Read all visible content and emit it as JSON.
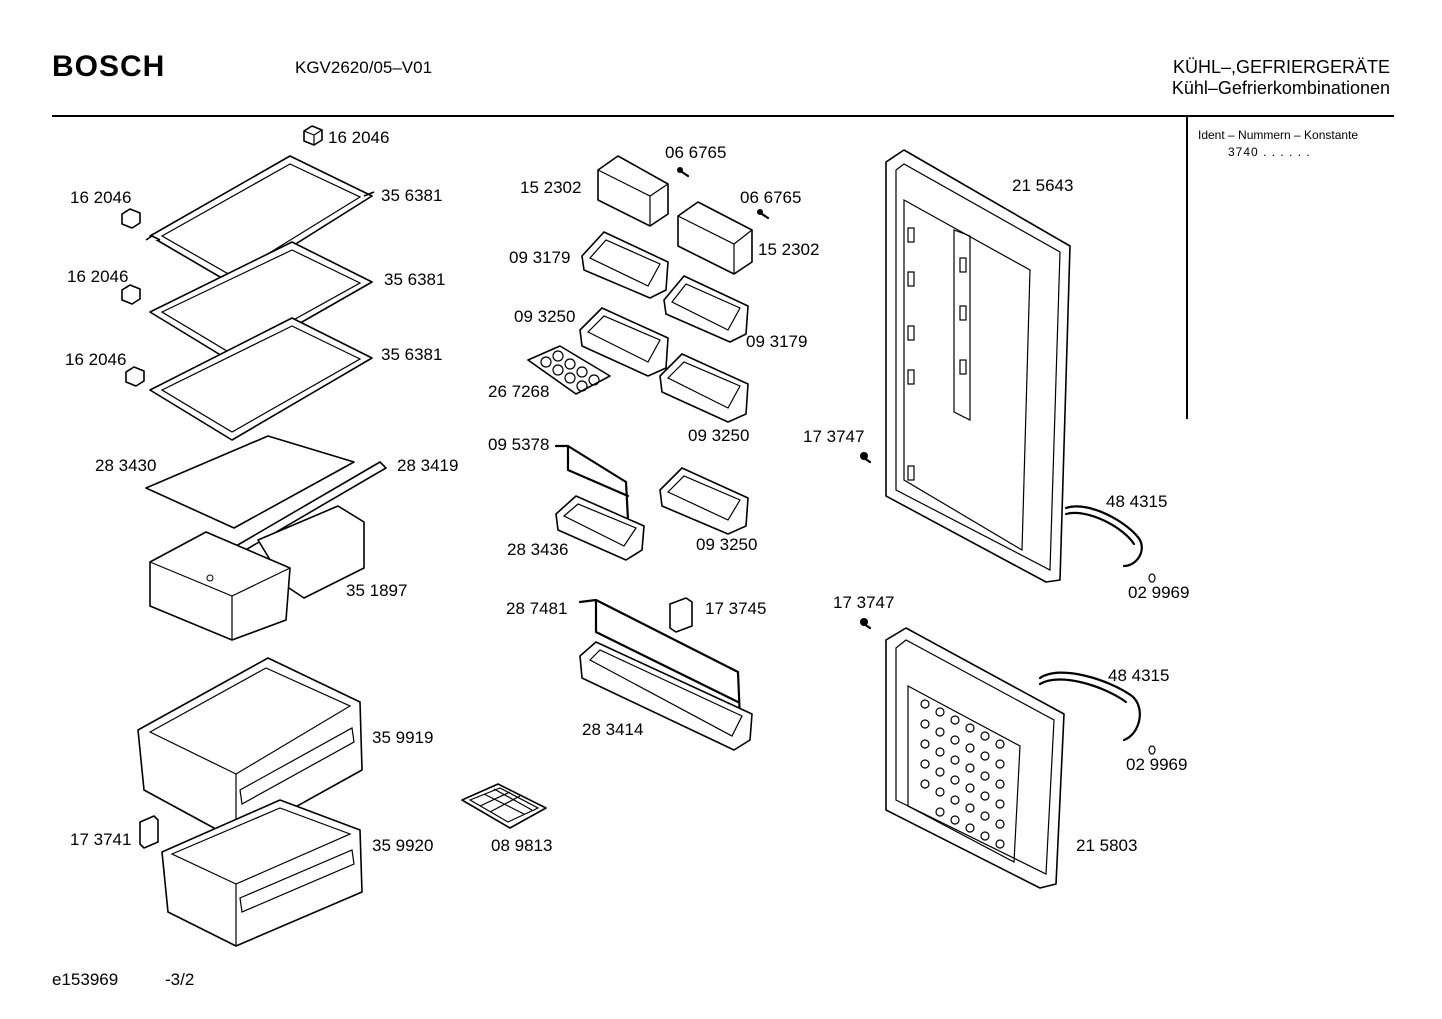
{
  "header": {
    "brand": "BOSCH",
    "model": "KGV2620/05–V01",
    "category_line1": "KÜHL–,GEFRIERGERÄTE",
    "category_line2": "Kühl–Gefrierkombinationen"
  },
  "ident": {
    "title": "Ident – Nummern – Konstante",
    "value": "3740  .  .  .  .  .  ."
  },
  "footer": {
    "doc_id": "e153969",
    "page": "-3/2"
  },
  "parts": {
    "clip_top": "16 2046",
    "clip_1": "16 2046",
    "clip_2": "16 2046",
    "clip_3": "16 2046",
    "shelf_1": "35 6381",
    "shelf_2": "35 6381",
    "shelf_3": "35 6381",
    "glass_cover": "28 3430",
    "cover_strip": "28 3419",
    "crisper_bins": "35 1897",
    "drawer_upper": "35 9919",
    "drawer_lower": "35 9920",
    "drawer_clip": "17 3741",
    "ice_tray": "08 9813",
    "lid_left": "15 2302",
    "lid_right": "15 2302",
    "screw_1": "06 6765",
    "screw_2": "06 6765",
    "door_bin_small_1": "09 3179",
    "door_bin_small_2": "09 3179",
    "door_bin_1": "09 3250",
    "door_bin_2": "09 3250",
    "door_bin_3": "09 3250",
    "egg_tray": "26 7268",
    "bottle_holder_small": "09 5378",
    "door_bin_with_holder": "28 3436",
    "bottle_holder_large": "28 7481",
    "bottle_clip": "17 3745",
    "bottle_shelf": "28 3414",
    "fridge_door": "21 5643",
    "freezer_door": "21 5803",
    "hinge_pin_1": "17 3747",
    "hinge_pin_2": "17 3747",
    "handle_1": "48 4315",
    "handle_2": "48 4315",
    "cap_1": "02 9969",
    "cap_2": "02 9969"
  }
}
